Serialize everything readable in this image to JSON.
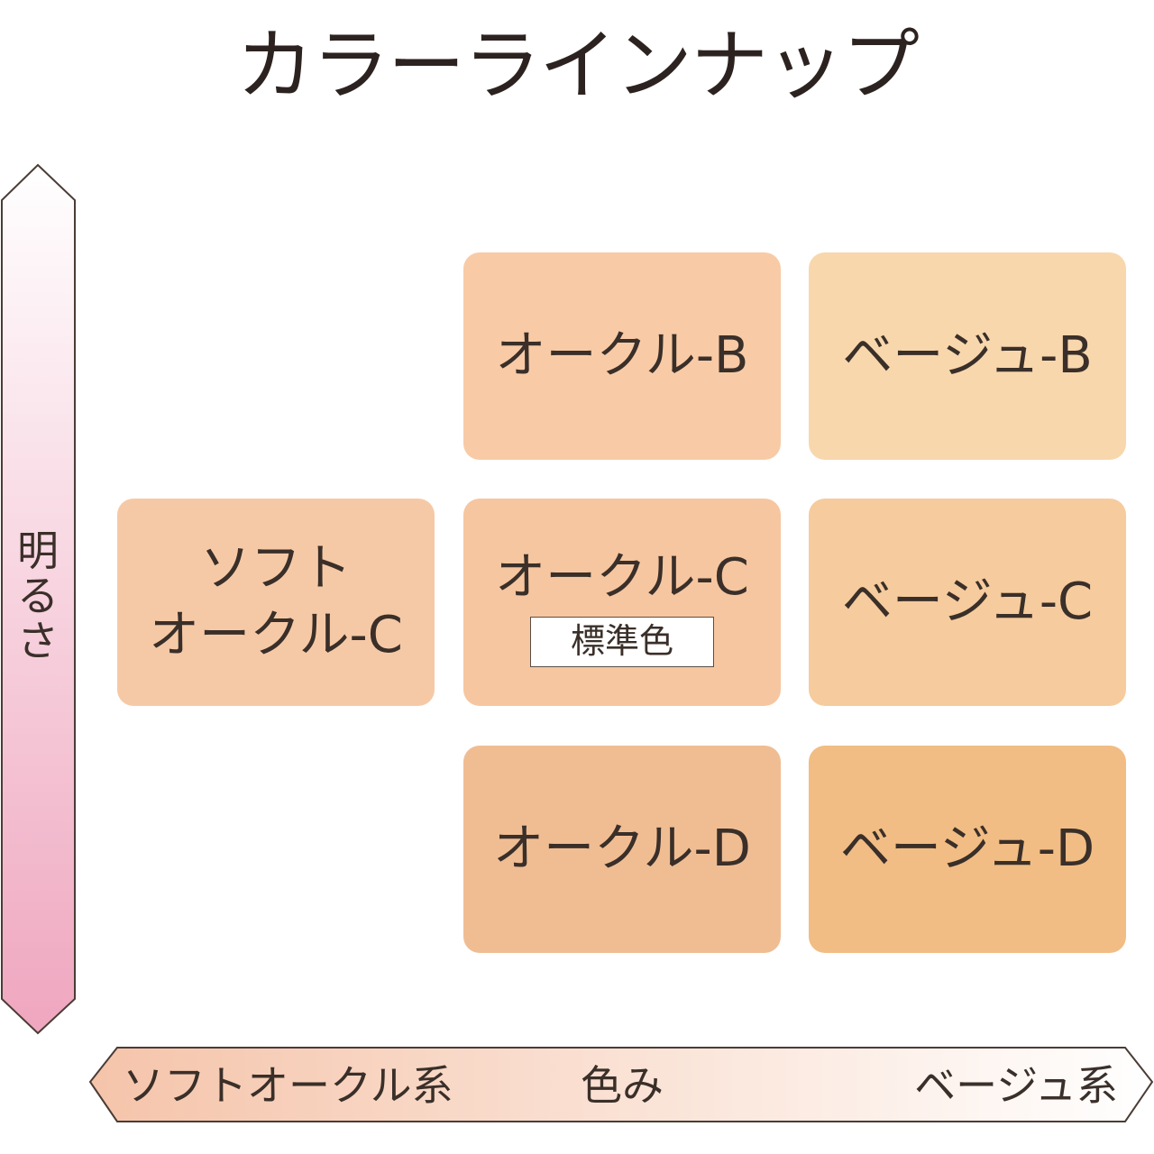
{
  "title": "カラーラインナップ",
  "axes": {
    "vertical": {
      "label_chars": [
        "明",
        "る",
        "さ"
      ],
      "gradient_top": "#ffffff",
      "gradient_bottom": "#efa6bf",
      "stroke": "#4a3c36"
    },
    "horizontal": {
      "left_label": "ソフトオークル系",
      "center_label": "色み",
      "right_label": "ベージュ系",
      "gradient_left": "#f5c4aa",
      "gradient_right": "#ffffff",
      "stroke": "#4a3c36"
    }
  },
  "swatches": [
    {
      "id": "ochre-b",
      "lines": [
        "オークル-B"
      ],
      "color": "#f8cba6"
    },
    {
      "id": "beige-b",
      "lines": [
        "ベージュ-B"
      ],
      "color": "#f8d7ad"
    },
    {
      "id": "soft-ochre-c",
      "lines": [
        "ソフト",
        "オークル-C"
      ],
      "color": "#f6c9a6"
    },
    {
      "id": "ochre-c",
      "lines": [
        "オークル-C"
      ],
      "badge": "標準色",
      "color": "#f6c6a0"
    },
    {
      "id": "beige-c",
      "lines": [
        "ベージュ-C"
      ],
      "color": "#f6cb9d"
    },
    {
      "id": "ochre-d",
      "lines": [
        "オークル-D"
      ],
      "color": "#f0bd93"
    },
    {
      "id": "beige-d",
      "lines": [
        "ベージュ-D"
      ],
      "color": "#f1bd84"
    }
  ]
}
